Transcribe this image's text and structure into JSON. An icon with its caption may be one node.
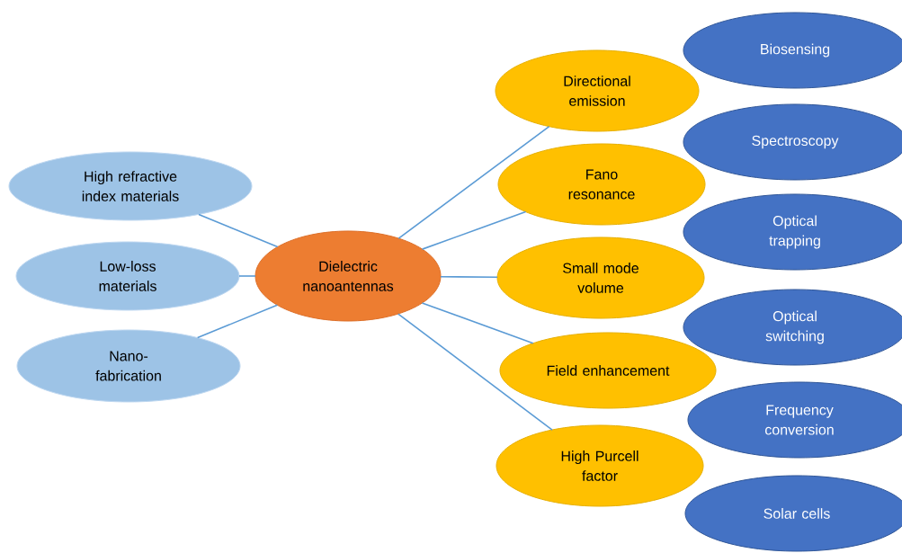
{
  "diagram": {
    "nodes": [
      {
        "text": [
          "Dielectric nanoantennas"
        ]
      },
      {
        "text": [
          "High refractive index materials"
        ]
      },
      {
        "text": [
          "Low-loss materials"
        ]
      },
      {
        "text": [
          "Nano-fabrication"
        ]
      },
      {
        "text": [
          "Directional emission"
        ]
      },
      {
        "text": [
          "Fano resonance"
        ]
      },
      {
        "text": [
          "Small mode volume"
        ]
      },
      {
        "text": [
          "Field enhancement"
        ]
      },
      {
        "text": [
          "High Purcell factor"
        ]
      },
      {
        "text": [
          "Biosensing"
        ]
      },
      {
        "text": [
          "Spectroscopy"
        ]
      },
      {
        "text": [
          "Optical trapping"
        ]
      },
      {
        "text": [
          "Optical switching"
        ]
      },
      {
        "text": [
          "Frequency conversion"
        ]
      },
      {
        "text": [
          "Solar cells"
        ]
      }
    ],
    "edges": [
      {
        "from": 0,
        "to": 1,
        "arrow": "none"
      },
      {
        "from": 0,
        "to": 2,
        "arrow": "none"
      },
      {
        "from": 0,
        "to": 3,
        "arrow": "none"
      },
      {
        "from": 0,
        "to": 4,
        "arrow": "none"
      },
      {
        "from": 0,
        "to": 5,
        "arrow": "none"
      },
      {
        "from": 0,
        "to": 6,
        "arrow": "none"
      },
      {
        "from": 0,
        "to": 7,
        "arrow": "none"
      },
      {
        "from": 0,
        "to": 8,
        "arrow": "none"
      }
    ]
  }
}
